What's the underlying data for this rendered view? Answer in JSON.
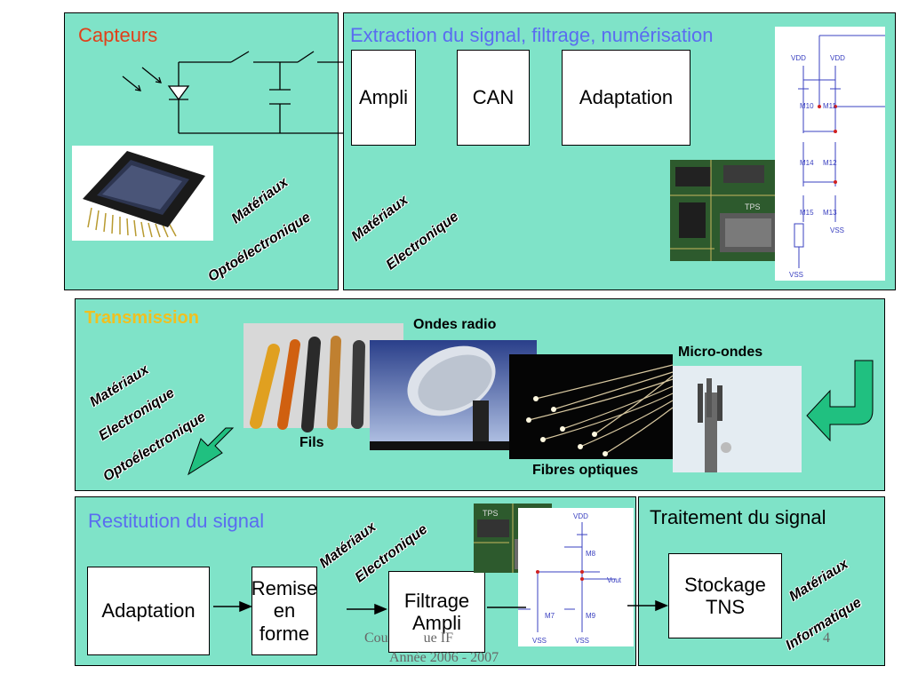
{
  "panels": {
    "capteurs": {
      "title": "Capteurs",
      "tags": [
        "Matériaux",
        "Optoélectronique"
      ]
    },
    "extraction": {
      "title": "Extraction du signal, filtrage, numérisation",
      "tags": [
        "Matériaux",
        "Electronique"
      ]
    },
    "transmission": {
      "title": "Transmission",
      "tags": [
        "Matériaux",
        "Electronique",
        "Optoélectronique"
      ]
    },
    "restitution": {
      "title": "Restitution du signal",
      "tags": [
        "Matériaux",
        "Electronique"
      ]
    },
    "traitement": {
      "title": "Traitement du signal",
      "tags": [
        "Matériaux",
        "Informatique"
      ]
    }
  },
  "blocks": {
    "ampli": "Ampli",
    "can": "CAN",
    "adaptation_top": "Adaptation",
    "adaptation_bottom": "Adaptation",
    "remise": "Remise en forme",
    "filtrage": "Filtrage Ampli",
    "stockage": "Stockage TNS"
  },
  "photo_labels": {
    "ondes_radio": "Ondes radio",
    "micro_ondes": "Micro-ondes",
    "fils": "Fils",
    "fibres": "Fibres optiques"
  },
  "schematic_labels": {
    "top": [
      "VDD",
      "VDD",
      "M10",
      "M11",
      "M14",
      "M12",
      "M15",
      "M13",
      "VSS",
      "VSS"
    ],
    "bottom": [
      "VDD",
      "M8",
      "Vout",
      "M7",
      "M9",
      "VSS",
      "VSS"
    ],
    "chip": "TPS"
  },
  "footer": {
    "line1": "Cou          ue IF",
    "line2": "Année 2006 - 2007",
    "page": "4"
  },
  "colors": {
    "panel_bg": "#7fe3c8",
    "title_capteurs": "#e0401a",
    "title_blue": "#5a6cf0",
    "title_transmission": "#f0c020",
    "title_black": "#000000",
    "arrow_green": "#20c080"
  }
}
